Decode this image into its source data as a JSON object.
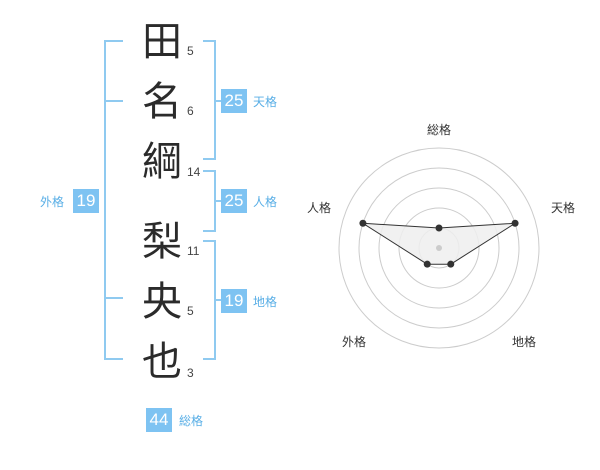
{
  "name": {
    "characters": [
      {
        "char": "田",
        "strokes": "5"
      },
      {
        "char": "名",
        "strokes": "6"
      },
      {
        "char": "綱",
        "strokes": "14"
      },
      {
        "char": "梨",
        "strokes": "11"
      },
      {
        "char": "央",
        "strokes": "5"
      },
      {
        "char": "也",
        "strokes": "3"
      }
    ]
  },
  "fortunes": {
    "tenkaku": {
      "value": "25",
      "label": "天格"
    },
    "jinkaku": {
      "value": "25",
      "label": "人格"
    },
    "chikaku": {
      "value": "19",
      "label": "地格"
    },
    "gaikaku": {
      "value": "19",
      "label": "外格"
    },
    "soukaku": {
      "value": "44",
      "label": "総格"
    }
  },
  "colors": {
    "accent": "#7ec3f2",
    "bracket": "#8fcaf0",
    "label": "#58aee6",
    "radar_fill": "#eeeeee",
    "radar_line": "#333333",
    "grid": "#cccccc"
  },
  "chart_data": {
    "type": "radar",
    "axes": [
      "総格",
      "天格",
      "地格",
      "外格",
      "人格"
    ],
    "values": [
      1,
      4,
      1,
      1,
      4
    ],
    "rmax": 5,
    "grid": true
  }
}
